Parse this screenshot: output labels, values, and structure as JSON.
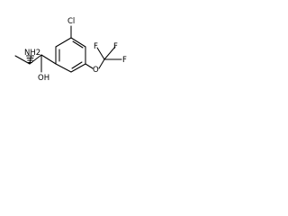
{
  "molecule": {
    "labels": {
      "nh2": "NH2",
      "oh": "OH",
      "cl": "Cl",
      "o": "O",
      "f_top_left": "F",
      "f_top_right": "F",
      "f_right": "F"
    }
  }
}
